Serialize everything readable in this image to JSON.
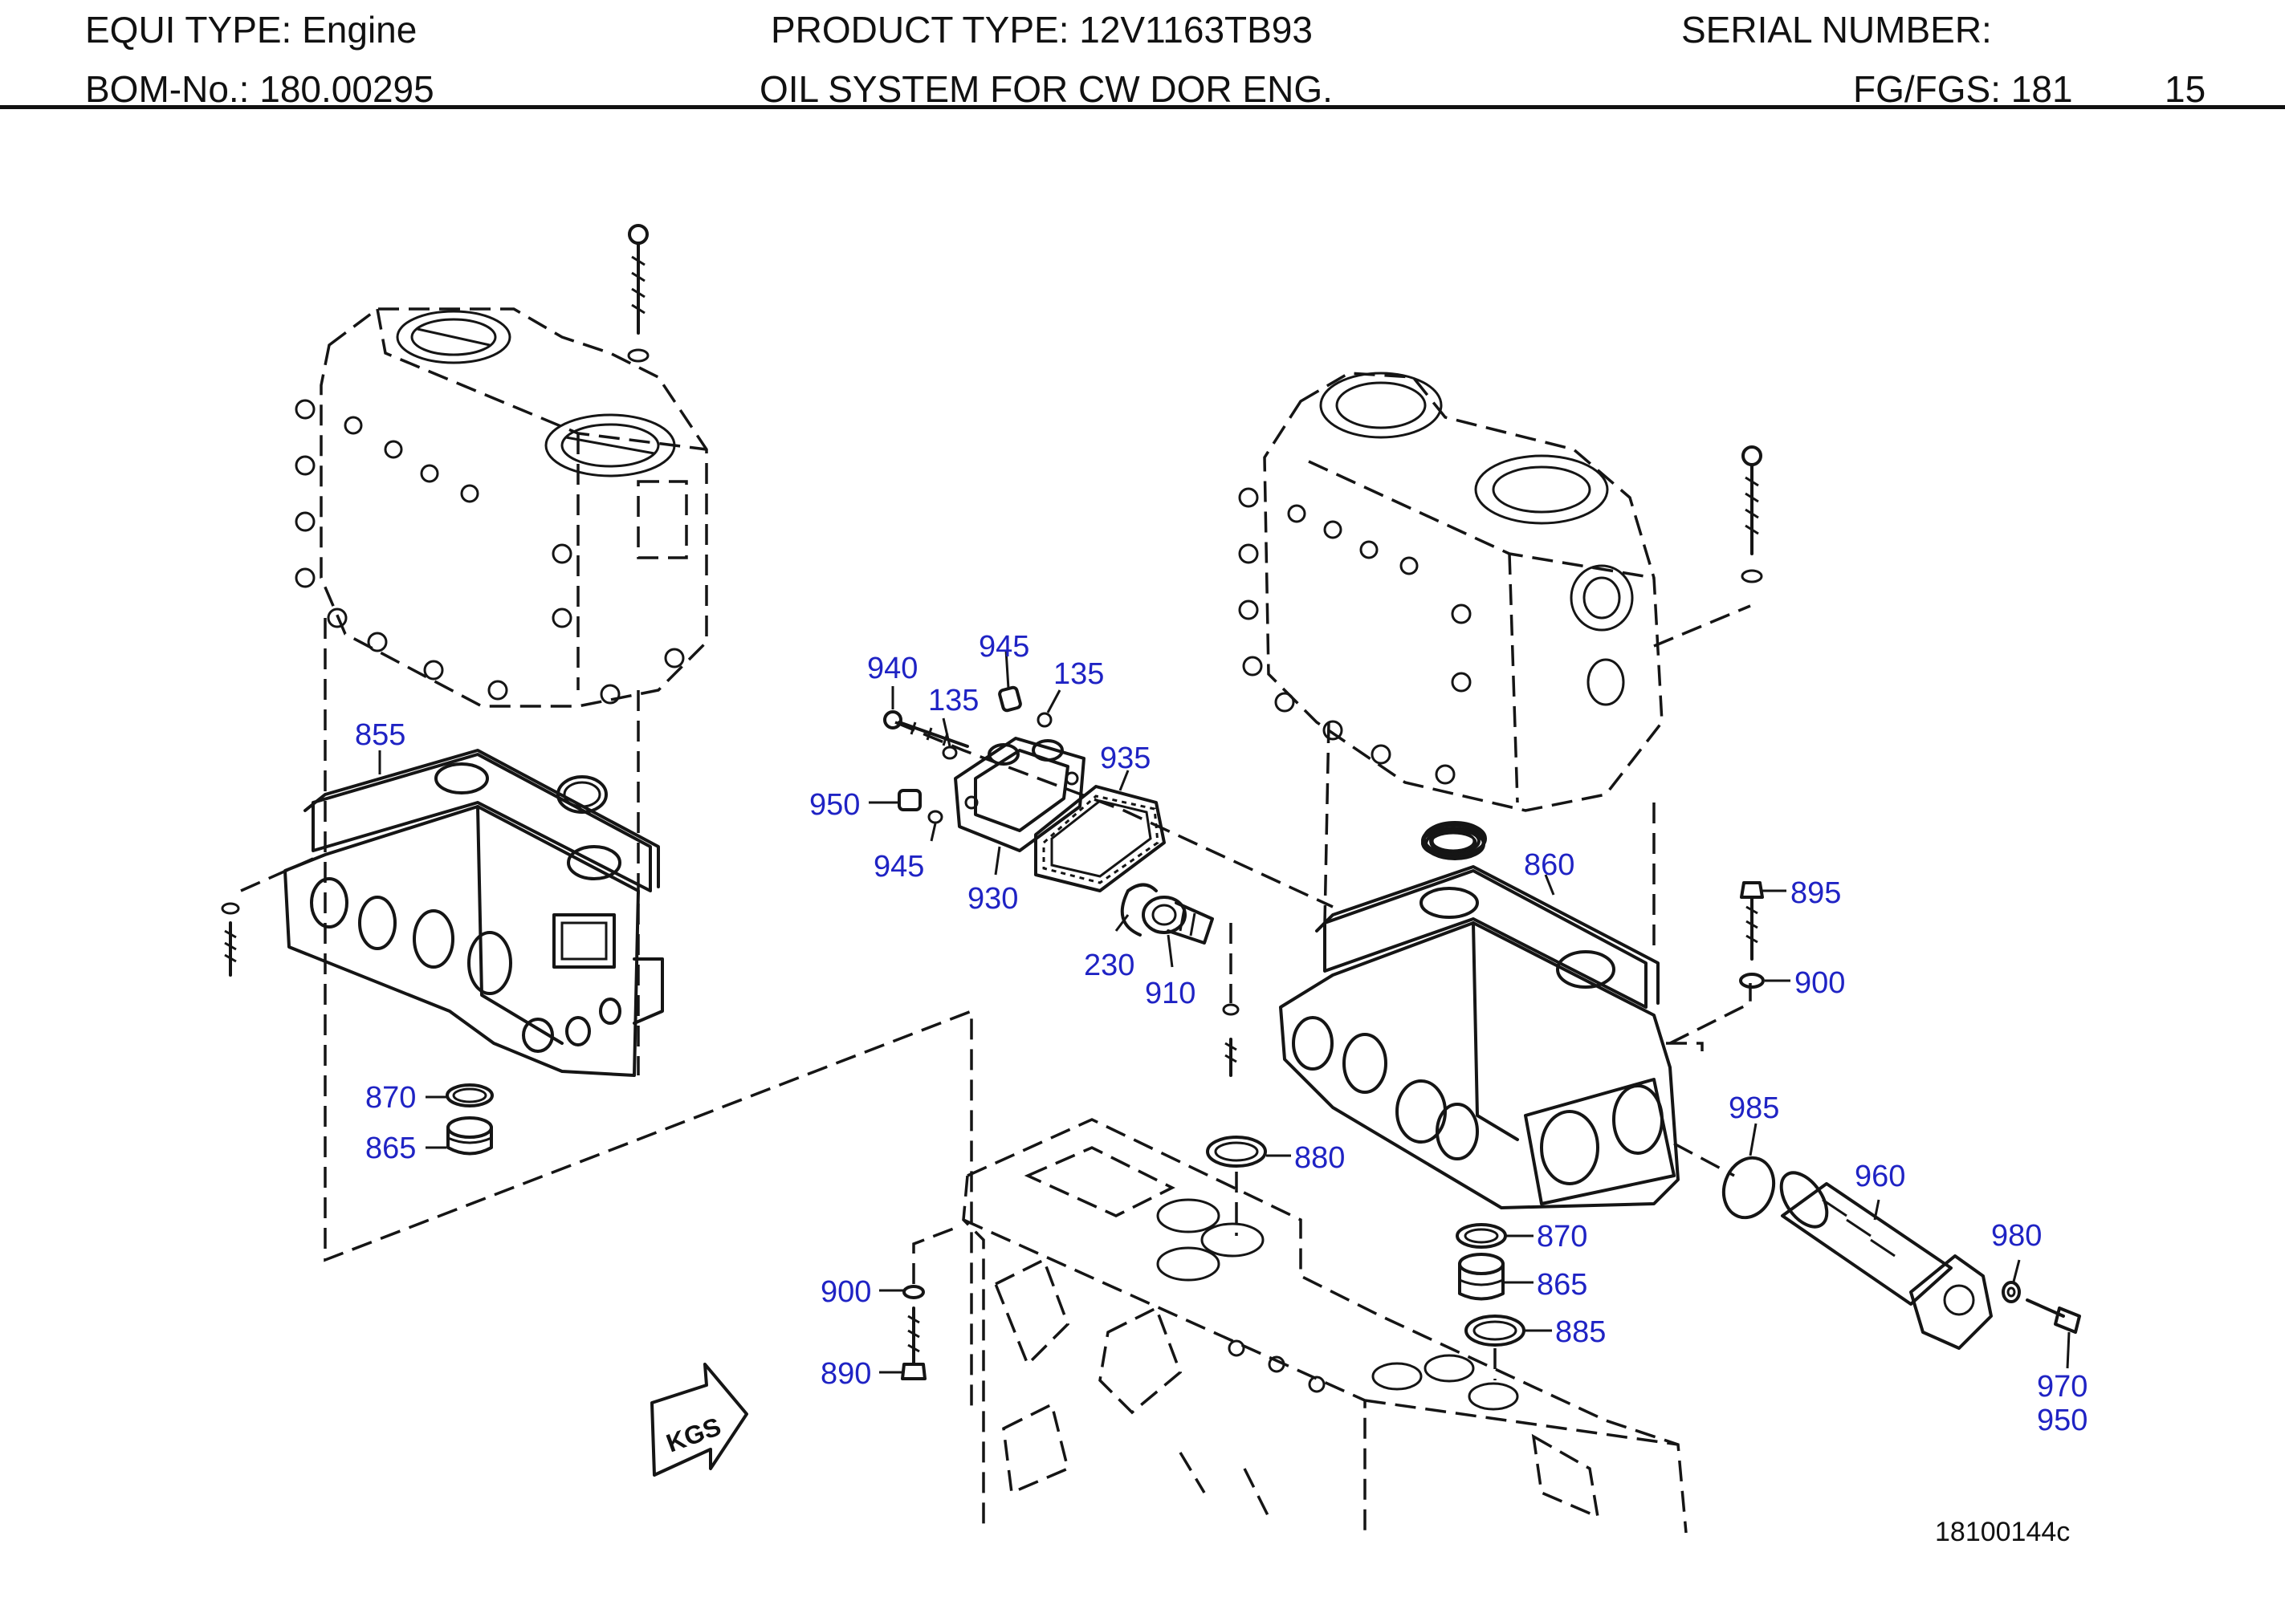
{
  "header": {
    "equi_type": "EQUI TYPE:  Engine",
    "product_type": "PRODUCT TYPE:  12V1163TB93",
    "serial_number": "SERIAL NUMBER:",
    "bom_no": "BOM-No.:  180.00295",
    "description": "OIL SYSTEM FOR CW DOR ENG.",
    "fg_fgs": "FG/FGS:  181",
    "fg_sub": "15"
  },
  "diagram": {
    "callouts": [
      "940",
      "945",
      "135",
      "135",
      "935",
      "950",
      "945",
      "930",
      "230",
      "910",
      "855",
      "870",
      "865",
      "860",
      "895",
      "900",
      "985",
      "960",
      "980",
      "970",
      "950",
      "880",
      "870",
      "865",
      "885",
      "900",
      "890"
    ],
    "arrow_label": "KGS",
    "drawing_number": "18100144c"
  },
  "colors": {
    "callout": "#1f23c4",
    "line": "#151515"
  }
}
